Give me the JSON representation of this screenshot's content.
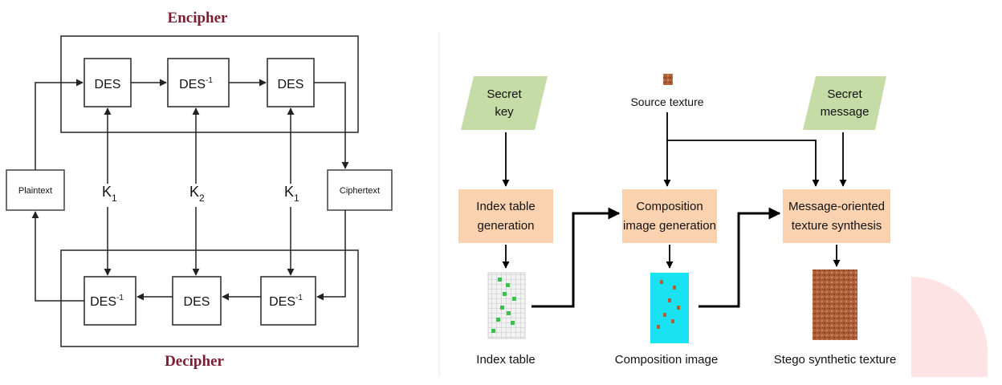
{
  "tripledes": {
    "encipher_title": "Encipher",
    "decipher_title": "Decipher",
    "plaintext": "Plaintext",
    "ciphertext": "Ciphertext",
    "enc_boxes": [
      "DES",
      "DES",
      "DES"
    ],
    "enc_superscripts": [
      "",
      "-1",
      ""
    ],
    "dec_boxes": [
      "DES",
      "DES",
      "DES"
    ],
    "dec_superscripts": [
      "-1",
      "",
      "-1"
    ],
    "keys": [
      {
        "letter": "K",
        "sub": "1"
      },
      {
        "letter": "K",
        "sub": "2"
      },
      {
        "letter": "K",
        "sub": "1"
      }
    ],
    "title_color": "#7a1f33"
  },
  "stego": {
    "secret_key": [
      "Secret",
      "key"
    ],
    "secret_message": [
      "Secret",
      "message"
    ],
    "source_texture": "Source texture",
    "process_1": [
      "Index table",
      "generation"
    ],
    "process_2": [
      "Composition",
      "image generation"
    ],
    "process_3": [
      "Message-oriented",
      "texture synthesis"
    ],
    "output_1": "Index table",
    "output_2": "Composition image",
    "output_3": "Stego synthetic texture",
    "input_color": "#c6dca6",
    "process_color": "#fad2b0",
    "composition_color": "#19e3f3",
    "texture_color": "#b0603a"
  }
}
